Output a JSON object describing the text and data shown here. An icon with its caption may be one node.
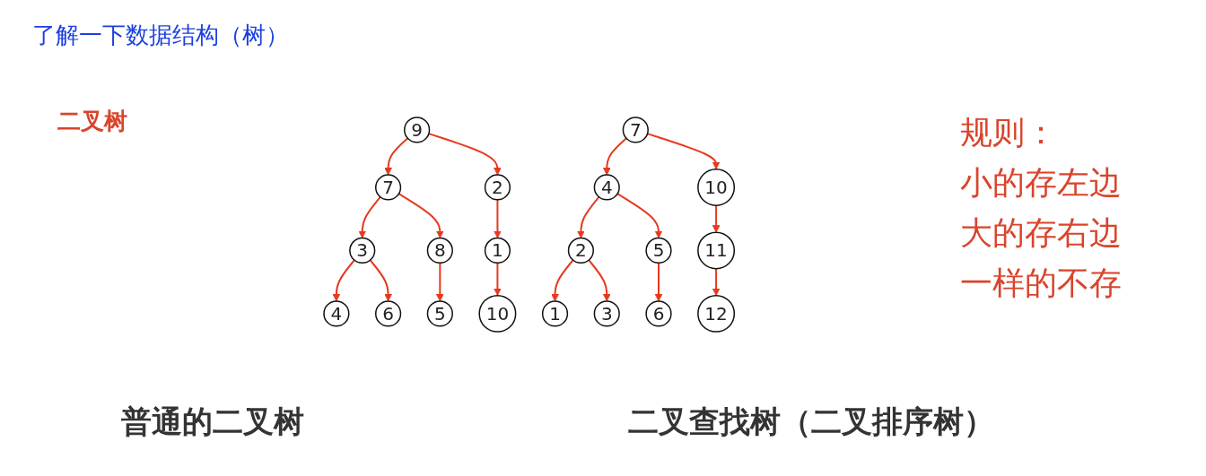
{
  "diagram": {
    "title": "了解一下数据结构（树）",
    "nodes": [
      {
        "text": [
          "9"
        ]
      },
      {
        "text": [
          "7"
        ]
      },
      {
        "text": [
          "2"
        ]
      },
      {
        "text": [
          "3"
        ]
      },
      {
        "text": [
          "8"
        ]
      },
      {
        "text": [
          "1"
        ]
      },
      {
        "text": [
          "4"
        ]
      },
      {
        "text": [
          "6"
        ]
      },
      {
        "text": [
          "5"
        ]
      },
      {
        "text": [
          "10"
        ]
      },
      {
        "text": [
          "7"
        ]
      },
      {
        "text": [
          "4"
        ]
      },
      {
        "text": [
          "10"
        ]
      },
      {
        "text": [
          "2"
        ]
      },
      {
        "text": [
          "5"
        ]
      },
      {
        "text": [
          "11"
        ]
      },
      {
        "text": [
          "1"
        ]
      },
      {
        "text": [
          "3"
        ]
      },
      {
        "text": [
          "6"
        ]
      },
      {
        "text": [
          "12"
        ]
      }
    ],
    "edges": [
      {
        "from": 0,
        "to": 1,
        "arrow": "to"
      },
      {
        "from": 0,
        "to": 2,
        "arrow": "to"
      },
      {
        "from": 1,
        "to": 3,
        "arrow": "to"
      },
      {
        "from": 1,
        "to": 4,
        "arrow": "to"
      },
      {
        "from": 2,
        "to": 5,
        "arrow": "to"
      },
      {
        "from": 3,
        "to": 6,
        "arrow": "to"
      },
      {
        "from": 3,
        "to": 7,
        "arrow": "to"
      },
      {
        "from": 4,
        "to": 8,
        "arrow": "to"
      },
      {
        "from": 5,
        "to": 9,
        "arrow": "to"
      },
      {
        "from": 10,
        "to": 11,
        "arrow": "to"
      },
      {
        "from": 10,
        "to": 12,
        "arrow": "to"
      },
      {
        "from": 11,
        "to": 13,
        "arrow": "to"
      },
      {
        "from": 11,
        "to": 14,
        "arrow": "to"
      },
      {
        "from": 12,
        "to": 15,
        "arrow": "to"
      },
      {
        "from": 13,
        "to": 16,
        "arrow": "to"
      },
      {
        "from": 13,
        "to": 17,
        "arrow": "to"
      },
      {
        "from": 14,
        "to": 18,
        "arrow": "to"
      },
      {
        "from": 15,
        "to": 19,
        "arrow": "to"
      }
    ],
    "labels": [
      "二叉树",
      "规则：",
      "小的存左边",
      "大的存右边",
      "一样的不存",
      "普通的二叉树",
      "二叉查找树（二叉排序树）"
    ]
  }
}
